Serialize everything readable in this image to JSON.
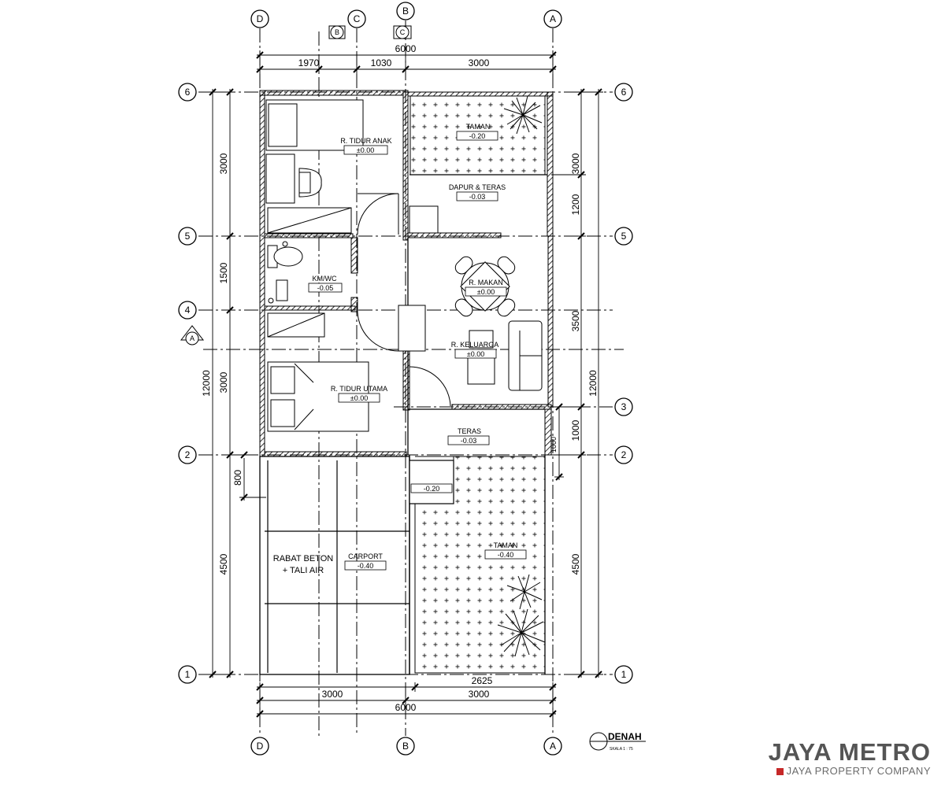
{
  "grid": {
    "cols": [
      "D",
      "C",
      "B",
      "A"
    ],
    "rows": [
      "6",
      "5",
      "4",
      "3",
      "2",
      "1"
    ],
    "section_marks": [
      "B",
      "C",
      "A"
    ]
  },
  "dims": {
    "top_total": "6000",
    "top_parts": [
      "1970",
      "1030",
      "3000"
    ],
    "left_total": "12000",
    "left_parts": [
      "3000",
      "1500",
      "3000",
      "4500"
    ],
    "left_extra": "800",
    "right_total": "12000",
    "right_parts": [
      "3000",
      "1200",
      "3500",
      "1000",
      "4500"
    ],
    "right_extra": "1000",
    "bottom_inner": "2625",
    "bottom_parts": [
      "3000",
      "3000"
    ],
    "bottom_total": "6000"
  },
  "rooms": [
    {
      "name": "R. TIDUR ANAK",
      "level": "±0.00"
    },
    {
      "name": "TAMAN",
      "level": "-0.20"
    },
    {
      "name": "DAPUR & TERAS",
      "level": "-0.03"
    },
    {
      "name": "KM/WC",
      "level": "-0.05"
    },
    {
      "name": "R. MAKAN",
      "level": "±0.00"
    },
    {
      "name": "R. KELUARGA",
      "level": "±0.00"
    },
    {
      "name": "R. TIDUR UTAMA",
      "level": "±0.00"
    },
    {
      "name": "TERAS",
      "level": "-0.03"
    },
    {
      "name": "",
      "level": "-0.20"
    },
    {
      "name": "CARPORT",
      "level": "-0.40"
    },
    {
      "name": "TAMAN",
      "level": "-0.40"
    }
  ],
  "rabat": [
    "RABAT BETON",
    "+ TALI AIR"
  ],
  "title": {
    "main": "DENAH",
    "scale": "SKALA 1 : 75"
  },
  "brand": {
    "name": "JAYA METRO",
    "sub": "JAYA PROPERTY COMPANY",
    "color": "#c62828"
  }
}
